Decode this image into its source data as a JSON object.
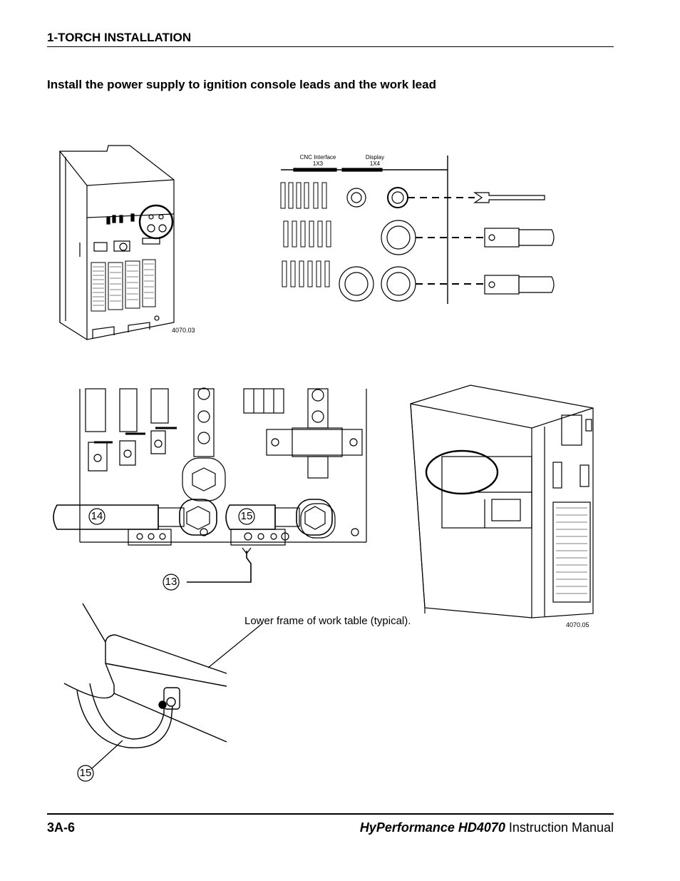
{
  "header": {
    "section": "1-TORCH INSTALLATION"
  },
  "section_title": "Install the power supply to ignition console leads and the work lead",
  "figure_top": {
    "code_left": "4070.03",
    "labels": [
      {
        "name": "CNC Interface",
        "id": "1X3"
      },
      {
        "name": "Display",
        "id": "1X4"
      }
    ]
  },
  "figure_bottom": {
    "callouts": [
      "14",
      "15",
      "13",
      "15"
    ],
    "work_table_label": "Lower frame of work table (typical).",
    "code_right": "4070.05"
  },
  "footer": {
    "page": "3A-6",
    "brand": "HyPerformance HD4070",
    "suffix": " Instruction Manual"
  }
}
